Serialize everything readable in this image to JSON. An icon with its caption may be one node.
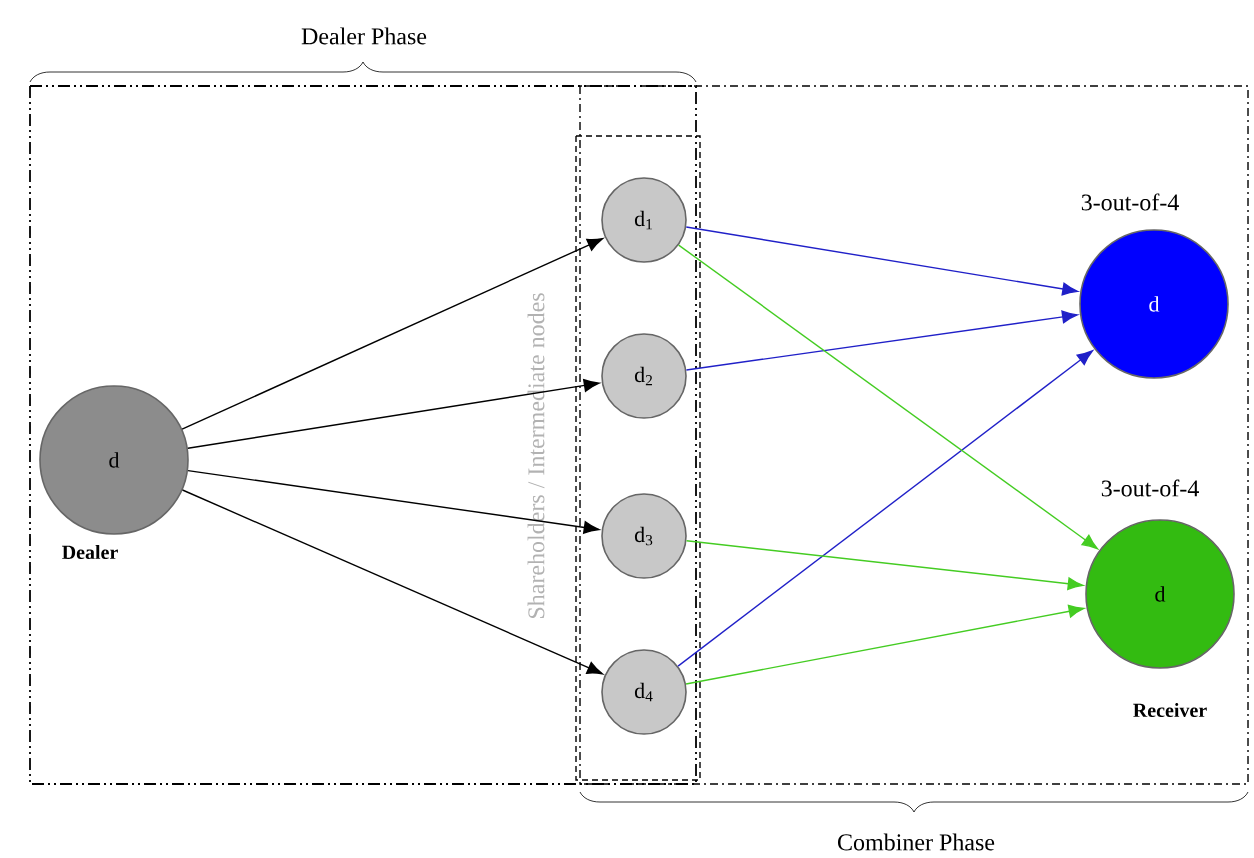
{
  "diagram": {
    "nodes": [
      {
        "text": [
          "d"
        ],
        "beside": [
          "Dealer"
        ]
      },
      {
        "text": [
          "d$_{1}$"
        ]
      },
      {
        "text": [
          "d$_{2}$"
        ]
      },
      {
        "text": [
          "d$_{3}$"
        ]
      },
      {
        "text": [
          "d$_{4}$"
        ]
      },
      {
        "text": [
          "d"
        ],
        "beside": [
          "3-out-of-4"
        ]
      },
      {
        "text": [
          "d"
        ],
        "beside": [
          "3-out-of-4",
          "Receiver"
        ]
      }
    ],
    "edges": [
      {
        "from": 0,
        "to": 1,
        "arrow": "to"
      },
      {
        "from": 0,
        "to": 2,
        "arrow": "to"
      },
      {
        "from": 0,
        "to": 3,
        "arrow": "to"
      },
      {
        "from": 0,
        "to": 4,
        "arrow": "to"
      },
      {
        "from": 1,
        "to": 5,
        "arrow": "to",
        "color": "#2020c8"
      },
      {
        "from": 2,
        "to": 5,
        "arrow": "to",
        "color": "#2020c8"
      },
      {
        "from": 4,
        "to": 5,
        "arrow": "to",
        "color": "#2020c8"
      },
      {
        "from": 1,
        "to": 6,
        "arrow": "to",
        "color": "#44cc22"
      },
      {
        "from": 3,
        "to": 6,
        "arrow": "to",
        "color": "#44cc22"
      },
      {
        "from": 4,
        "to": 6,
        "arrow": "to",
        "color": "#44cc22"
      }
    ],
    "labels": [
      "Dealer Phase",
      "Shareholders / Intermediate nodes",
      "Combiner Phase"
    ]
  }
}
